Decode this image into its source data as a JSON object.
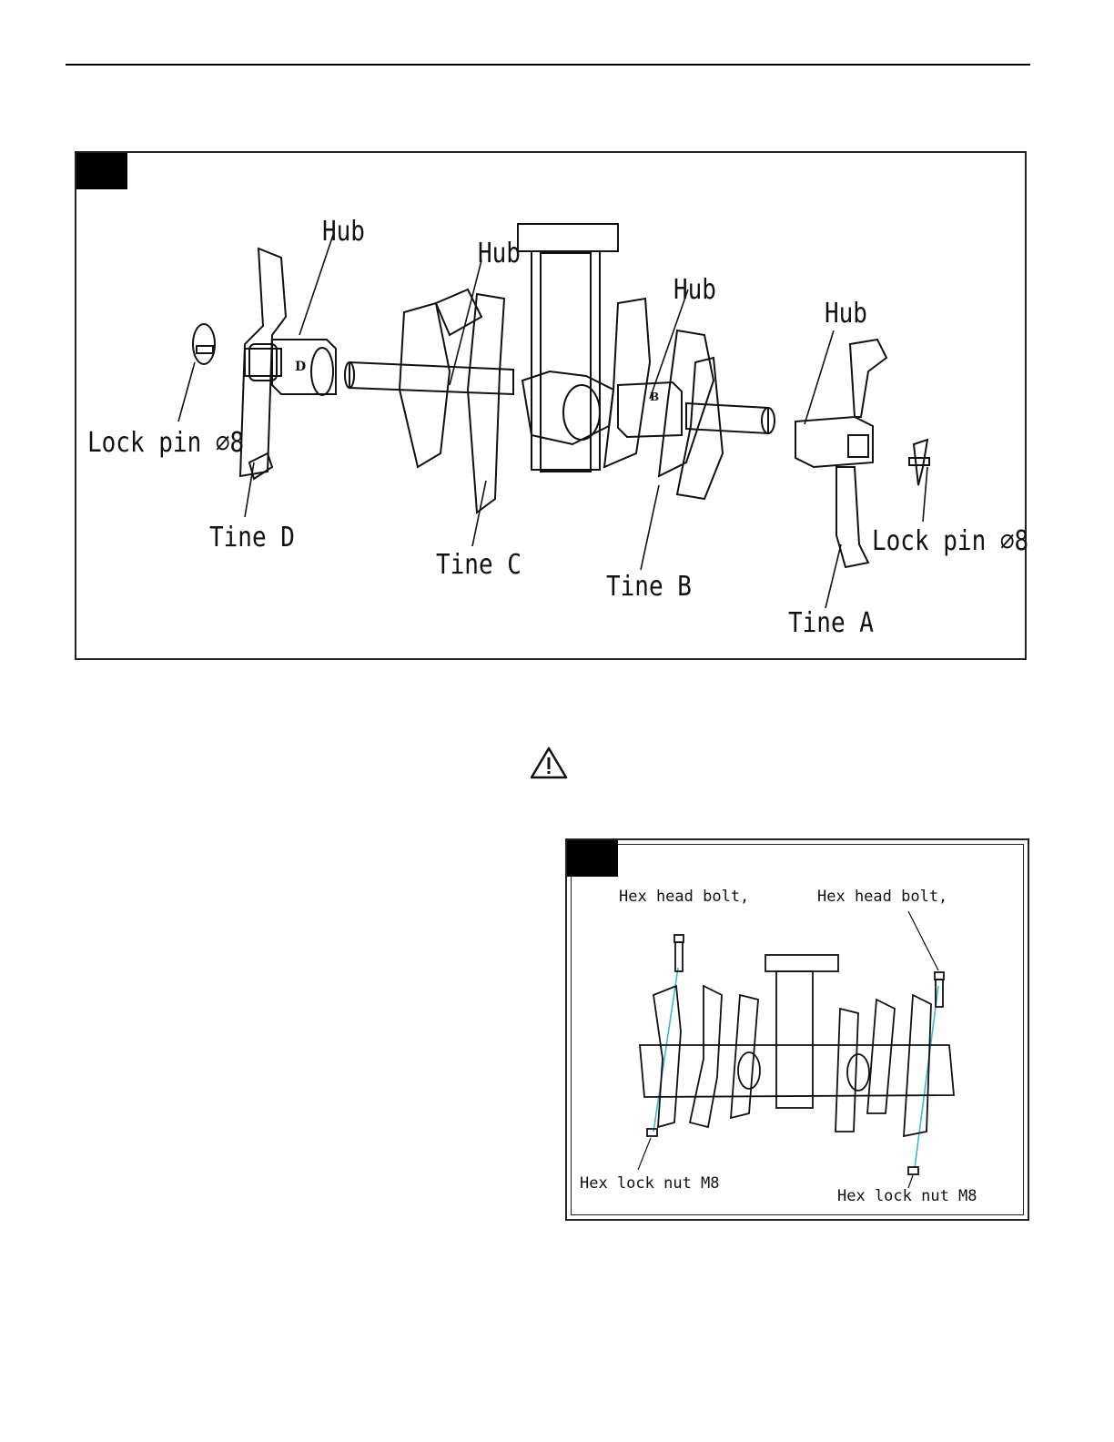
{
  "figure1": {
    "labels": {
      "hub_1": "Hub",
      "hub_2": "Hub",
      "hub_3": "Hub",
      "hub_4": "Hub",
      "lock_pin_left": "Lock pin ⌀8",
      "lock_pin_right": "Lock pin ⌀8",
      "tine_d": "Tine D",
      "tine_c": "Tine C",
      "tine_b": "Tine B",
      "tine_a": "Tine A",
      "hub_mark_d": "D",
      "hub_mark_b": "B"
    }
  },
  "figure2": {
    "labels": {
      "bolt_left": "Hex head bolt,",
      "bolt_right": "Hex head bolt,",
      "nut_left": "Hex lock nut M8",
      "nut_right": "Hex lock nut M8"
    }
  },
  "warning": {
    "icon": "warning-triangle-icon"
  },
  "colors": {
    "leader_line": "#000000",
    "bolt_axis": "#3fb7d6",
    "tab": "#000000"
  }
}
